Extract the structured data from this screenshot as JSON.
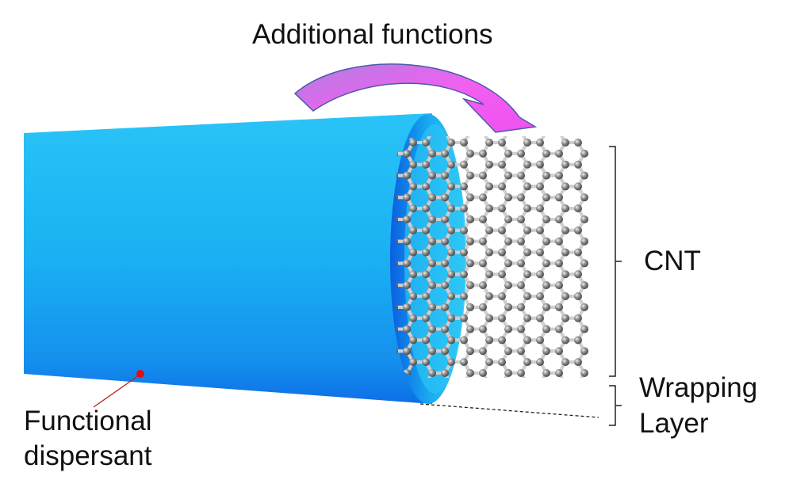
{
  "labels": {
    "additional_functions": "Additional functions",
    "cnt": "CNT",
    "wrapping_layer_line1": "Wrapping",
    "wrapping_layer_line2": "Layer",
    "functional_dispersant_line1": "Functional",
    "functional_dispersant_line2": "dispersant"
  },
  "colors": {
    "wrapping_layer": "#1aa6f0",
    "wrapping_layer_dark": "#0a6fe0",
    "arrow": "#f060f0",
    "atom": "#7a7a7a",
    "dispersant_dot": "#e01010"
  }
}
